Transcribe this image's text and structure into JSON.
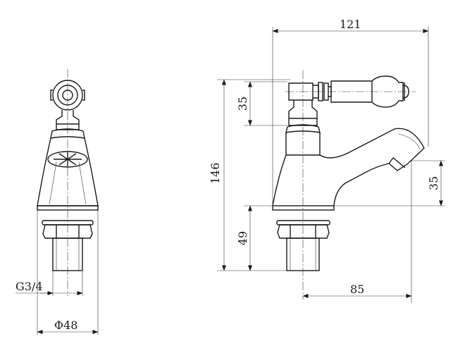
{
  "drawing": {
    "front_view": {
      "thread_label": "G3/4",
      "diameter_label": "Φ48"
    },
    "side_view": {
      "overall_length": "121",
      "handle_height": "35",
      "overall_height": "146",
      "spout_height": "35",
      "base_height": "49",
      "spout_reach": "85"
    }
  }
}
